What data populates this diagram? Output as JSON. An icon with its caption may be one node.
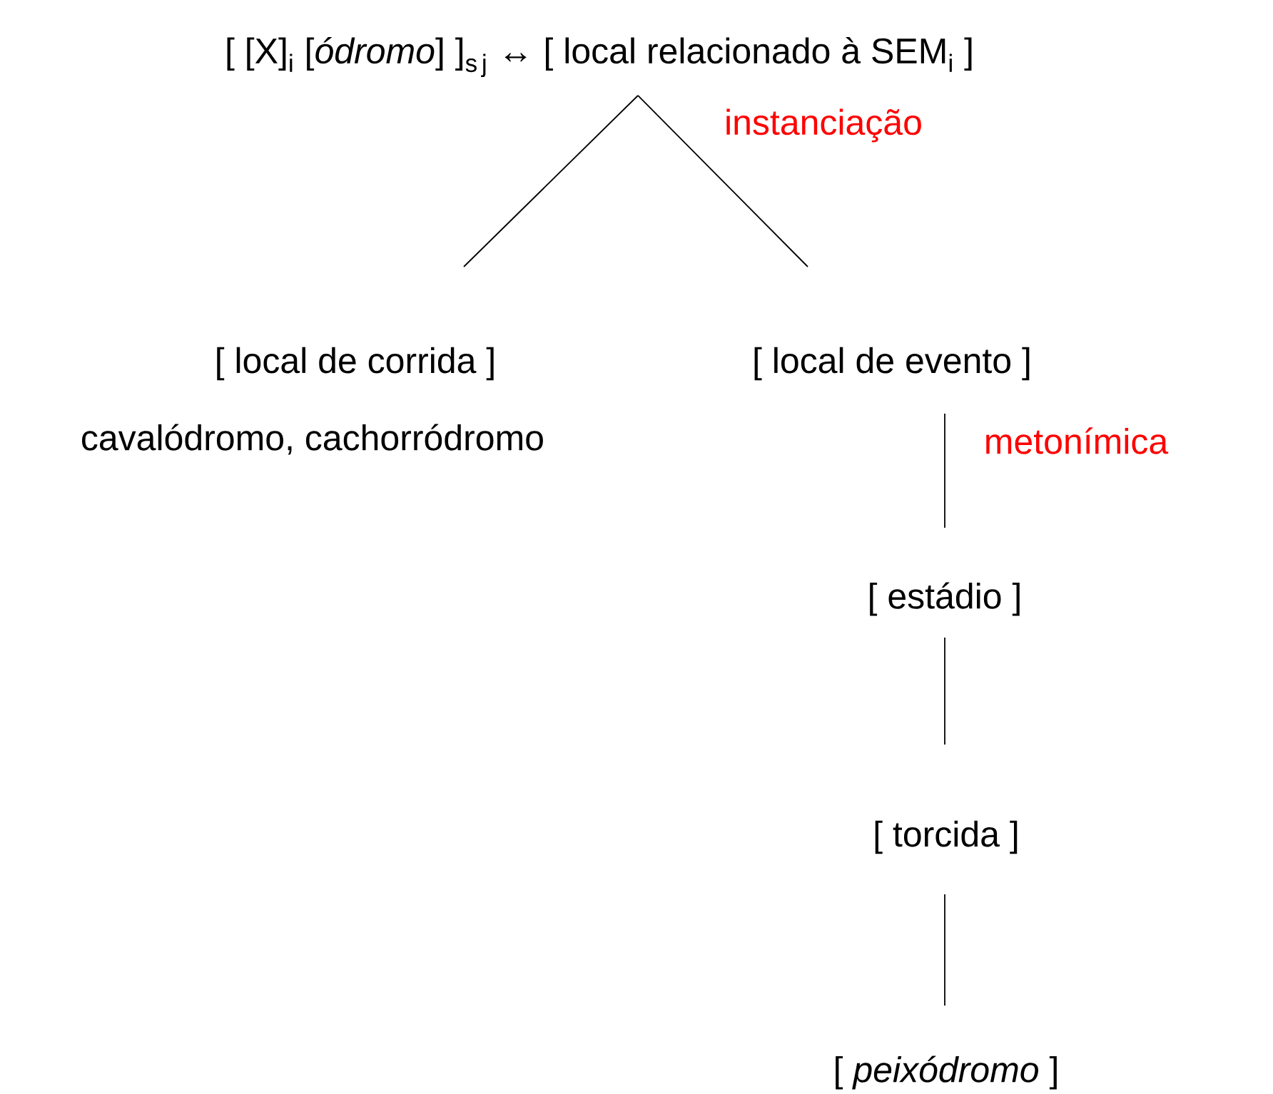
{
  "diagram": {
    "nodes": [
      {
        "text": [
          "\\mbox{[ [X]}_{\\mathrm{i}}\\mbox{ [\\textit{ódromo}] ]}_{\\mathrm{s\\,j}}\\mbox{ ↔ [ local relacionado à SEM}_{\\mathrm{i}}\\mbox{ ]}"
        ]
      },
      {
        "text": [
          "[ local de corrida ]"
        ],
        "beside": [
          "cavalódromo, cachorródromo"
        ]
      },
      {
        "text": [
          "[ local de evento ]"
        ]
      },
      {
        "text": [
          "[ estádio ]"
        ]
      },
      {
        "text": [
          "[ torcida ]"
        ]
      },
      {
        "text": [
          "[ *peixódromo* ]"
        ]
      }
    ],
    "edges": [
      {
        "from": 0,
        "to": 1,
        "arrow": "none"
      },
      {
        "from": 0,
        "to": 2,
        "arrow": "none",
        "label": "instanciação"
      },
      {
        "from": 2,
        "to": 3,
        "arrow": "none",
        "label": "metonímica"
      },
      {
        "from": 3,
        "to": 4,
        "arrow": "none"
      },
      {
        "from": 4,
        "to": 5,
        "arrow": "none"
      }
    ]
  }
}
